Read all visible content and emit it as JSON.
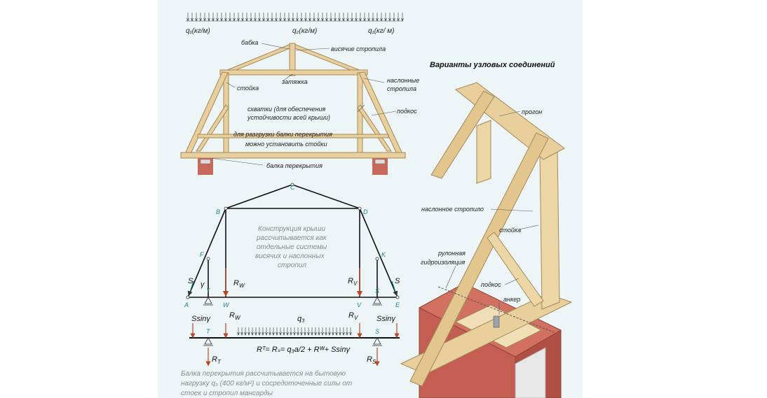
{
  "loads": {
    "q1_left": "q₁(кг/м)",
    "q2": "q₂(кг/м)",
    "q1_right": "q₁(кг/ м)"
  },
  "top": {
    "babka": "бабка",
    "hanging_rafters": "висячие стропила",
    "tie": "затяжка",
    "post": "стойка",
    "sloped_rafters_1": "наслонные",
    "sloped_rafters_2": "стропила",
    "clamps_1": "схватки (для обеспечения",
    "clamps_2": "устойчивости всей крыши)",
    "brace": "подкос",
    "posts_note_1": "для разгрузки балки перекрытия",
    "posts_note_2": "можно установить стойки",
    "floor_beam": "балка перекрытия"
  },
  "scheme": {
    "nodes": {
      "A": "A",
      "B": "B",
      "C": "C",
      "D": "D",
      "E": "E",
      "F": "F",
      "K": "K",
      "T": "T",
      "W": "W",
      "V": "V",
      "S": "S"
    },
    "forces": {
      "S": "S",
      "gamma": "γ",
      "Rw": "R",
      "Rw_sub": "W",
      "Rv": "R",
      "Rv_sub": "V"
    },
    "note": [
      "Конструкция крыши",
      "рассчитывается как",
      "отдельные системы",
      "висячих и наслонных",
      "стропил"
    ]
  },
  "beam": {
    "ssin_left": "Ssinγ",
    "ssin_right": "Ssinγ",
    "q3": "q₃",
    "formula": "Rᵀ= Rₛ= q₃a/2 + Rᵂ+ Ssinγ",
    "Rt": "R",
    "Rt_sub": "T",
    "Rs": "R",
    "Rs_sub": "S"
  },
  "bottom_note": [
    "Балка перекрытия рассчитывается на бытовую",
    "нагрузку q₃ (400 кг/м²) и сосредоточенные силы от",
    "стоек и стропил мансарды"
  ],
  "right": {
    "title": "Варианты узловых соединений",
    "purlin": "прогон",
    "sloped_rafter": "наслонное стропило",
    "post": "стойка",
    "roll_1": "рулонная",
    "roll_2": "гидроизоляция",
    "brace": "подкос",
    "anchor": "анкер"
  }
}
